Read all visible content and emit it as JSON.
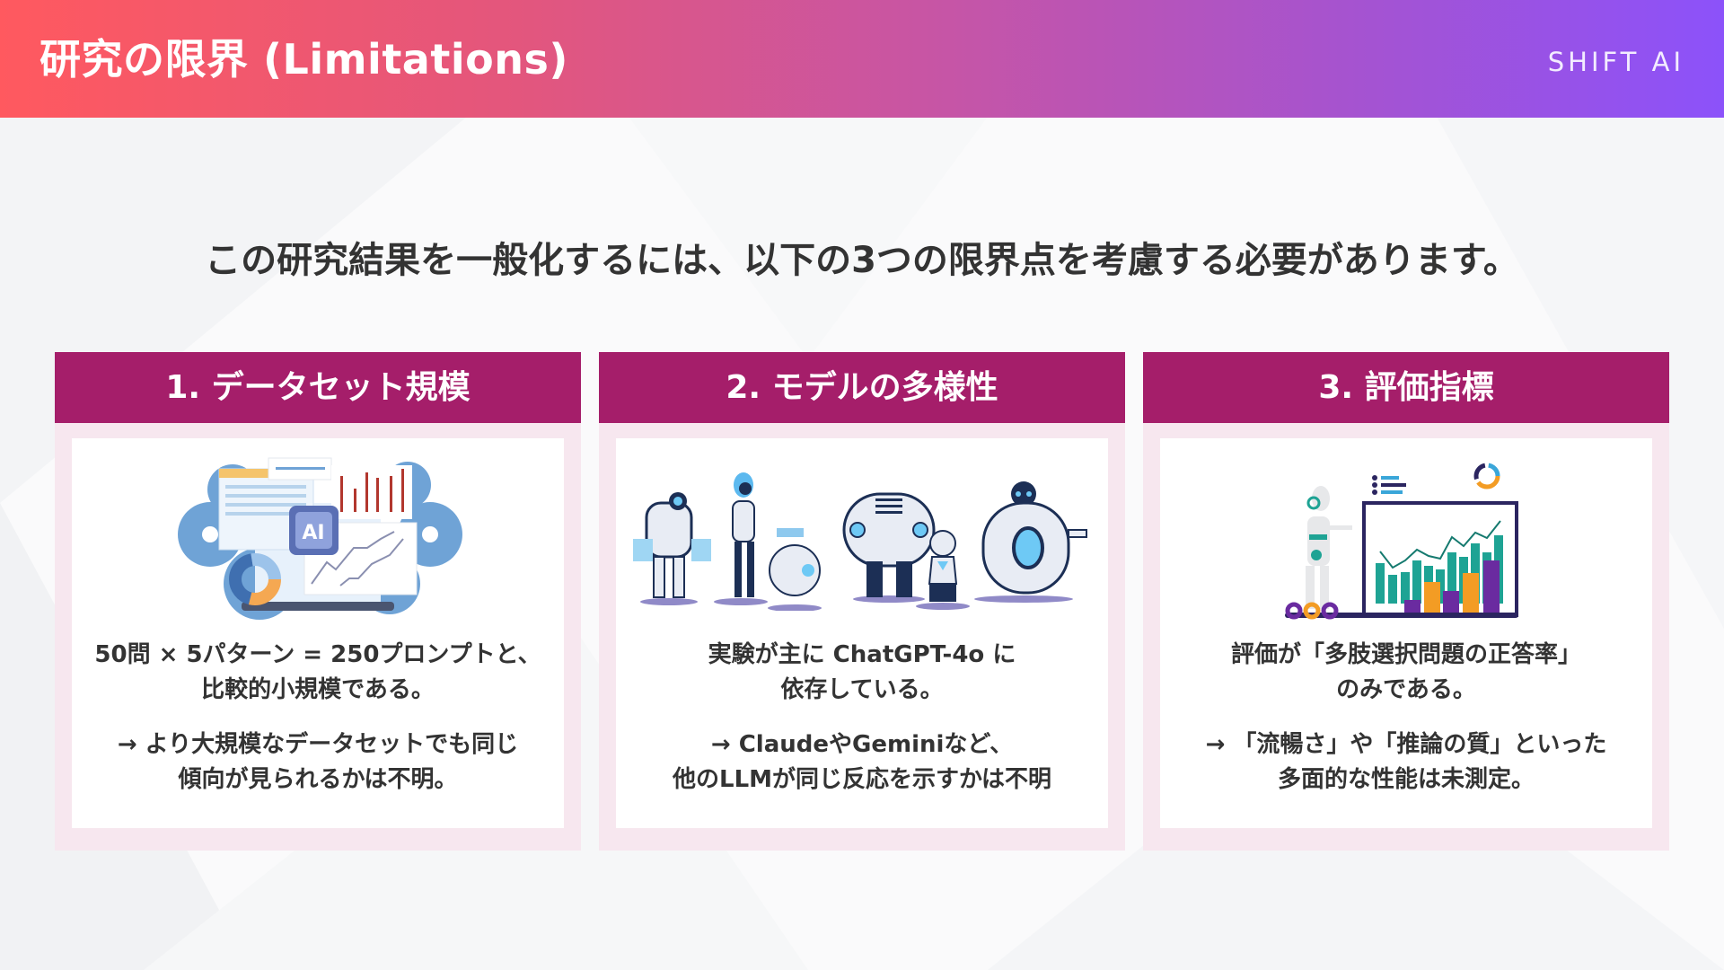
{
  "header": {
    "title": "研究の限界 (Limitations)",
    "brand": "SHIFT AI",
    "gradient_colors": [
      "#ff595f",
      "#c655a6",
      "#8c52fa"
    ]
  },
  "lead": "この研究結果を一般化するには、以下の3つの限界点を考慮する必要があります。",
  "colors": {
    "card_header": "#a51e6a",
    "card_frame": "#f7e7ef",
    "text": "#333333"
  },
  "cards": [
    {
      "title": "1. データセット規模",
      "illustration": "ai-data-analytics-illustration",
      "main_lines": [
        "50問 × 5パターン = 250プロンプトと、",
        "比較的小規模である。"
      ],
      "note_lines": [
        "→ より大規模なデータセットでも同じ",
        "傾向が見られるかは不明。"
      ]
    },
    {
      "title": "2. モデルの多様性",
      "illustration": "robots-lineup-illustration",
      "main_lines": [
        "実験が主に ChatGPT-4o に",
        "依存している。"
      ],
      "note_lines": [
        "→ ClaudeやGeminiなど、",
        "他のLLMが同じ反応を示すかは不明"
      ]
    },
    {
      "title": "3. 評価指標",
      "illustration": "robot-chart-evaluation-illustration",
      "main_lines": [
        "評価が「多肢選択問題の正答率」",
        "のみである。"
      ],
      "note_lines": [
        "→ 「流暢さ」や「推論の質」といった",
        "多面的な性能は未測定。"
      ]
    }
  ]
}
